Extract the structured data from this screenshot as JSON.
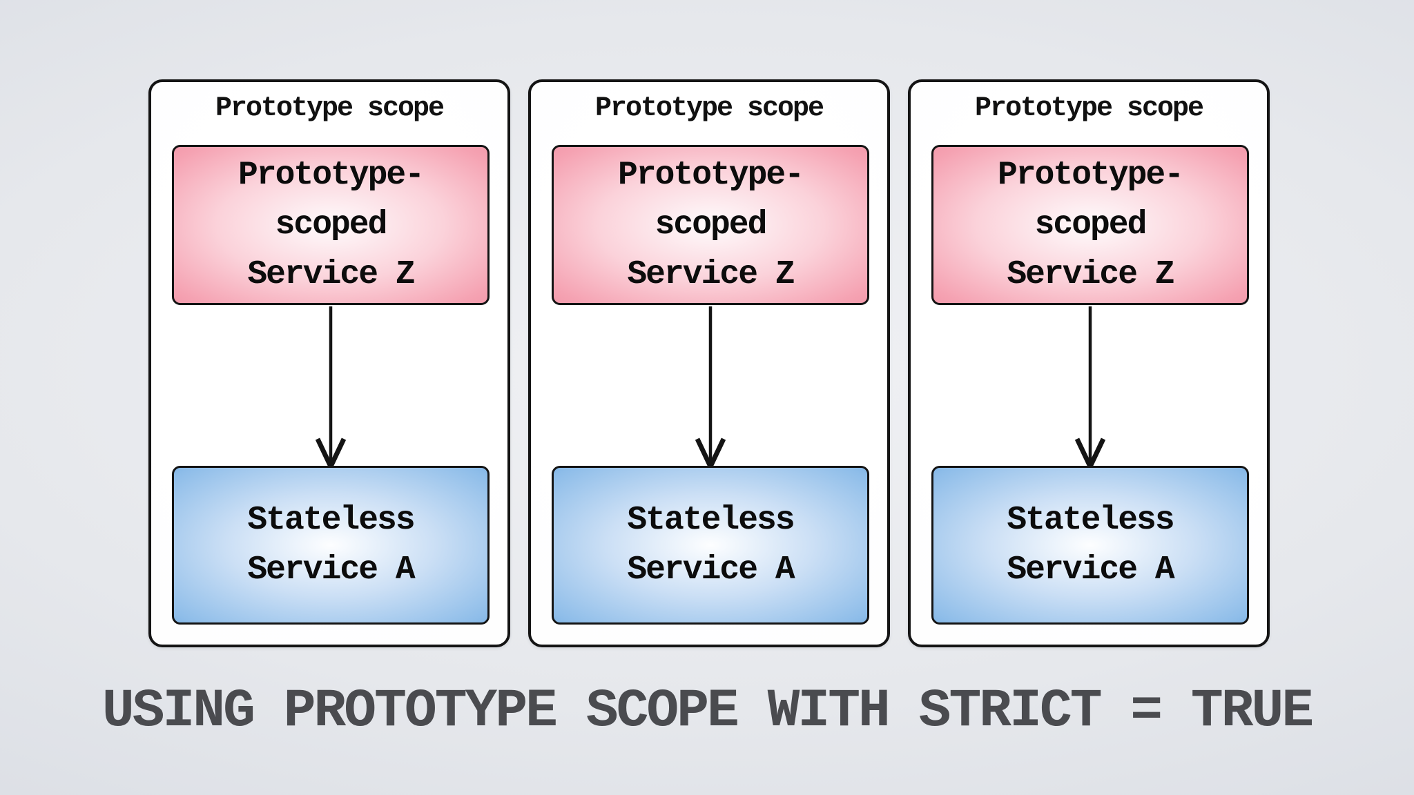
{
  "caption": {
    "text": "USING PROTOTYPE SCOPE WITH STRICT = TRUE",
    "color": "#4a4b4f"
  },
  "colors": {
    "background_center": "#f0f1f4",
    "background_edge": "#d2d6dd",
    "panel_fill": "#ffffff",
    "panel_border": "#141414",
    "box_border": "#141414",
    "box_text": "#0c0c0c",
    "red_box_edge": "#ee7e94",
    "red_box_center": "#fefbfc",
    "blue_box_edge": "#4d93d8",
    "blue_box_center": "#fdfeff",
    "arrow": "#141414"
  },
  "panels": [
    {
      "label": "Prototype scope",
      "source_box": {
        "lines": [
          "Prototype-",
          "scoped",
          "Service Z"
        ]
      },
      "arrow": {
        "direction": "down"
      },
      "target_box": {
        "lines": [
          "Stateless",
          "Service A"
        ]
      }
    },
    {
      "label": "Prototype scope",
      "source_box": {
        "lines": [
          "Prototype-",
          "scoped",
          "Service Z"
        ]
      },
      "arrow": {
        "direction": "down"
      },
      "target_box": {
        "lines": [
          "Stateless",
          "Service A"
        ]
      }
    },
    {
      "label": "Prototype scope",
      "source_box": {
        "lines": [
          "Prototype-",
          "scoped",
          "Service Z"
        ]
      },
      "arrow": {
        "direction": "down"
      },
      "target_box": {
        "lines": [
          "Stateless",
          "Service A"
        ]
      }
    }
  ]
}
